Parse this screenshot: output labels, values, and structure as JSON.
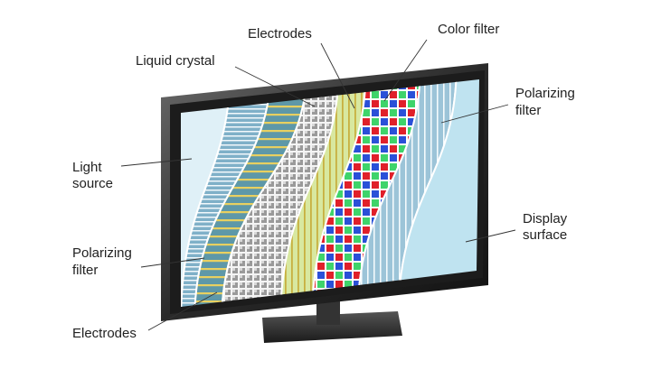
{
  "title": "LCD display layers",
  "labels": {
    "electrodes_top": "Electrodes",
    "color_filter": "Color filter",
    "liquid_crystal": "Liquid crystal",
    "polarizing_filter_right_1": "Polarizing",
    "polarizing_filter_right_2": "filter",
    "light_source_1": "Light",
    "light_source_2": "source",
    "display_surface_1": "Display",
    "display_surface_2": "surface",
    "polarizing_filter_left_1": "Polarizing",
    "polarizing_filter_left_2": "filter",
    "electrodes_bottom": "Electrodes"
  },
  "colors": {
    "frame": "#3a3a3a",
    "light_source": "#dff0f7",
    "display_surface": "#bfe3f0",
    "red": "#e0202a",
    "green": "#3ed46a",
    "blue": "#2a50d8",
    "electrode_yellow": "#e8d060"
  }
}
